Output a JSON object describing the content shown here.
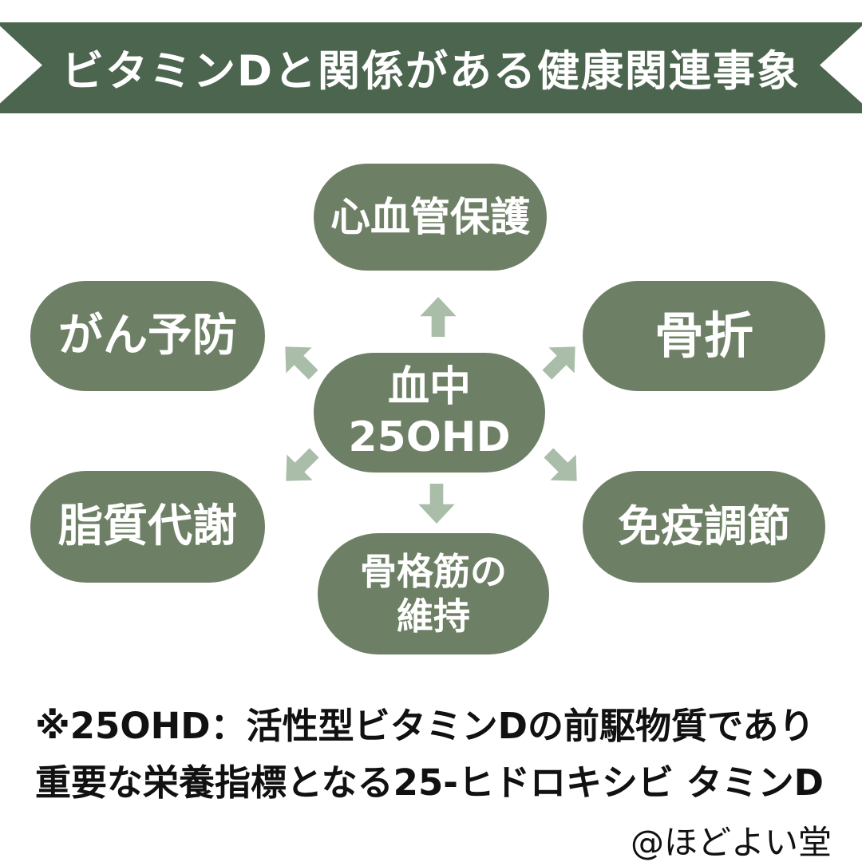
{
  "banner": {
    "title": "ビタミンDと関係がある健康関連事象"
  },
  "diagram": {
    "center": {
      "line1": "血中",
      "line2": "25OHD"
    },
    "nodes": {
      "top": {
        "label": "心血管保護"
      },
      "upper_left": {
        "label": "がん予防"
      },
      "upper_right": {
        "label": "骨折"
      },
      "lower_left": {
        "label": "脂質代謝"
      },
      "lower_right": {
        "label": "免疫調節"
      },
      "bottom": {
        "line1": "骨格筋の",
        "line2": "維持"
      }
    },
    "arrows": [
      "up",
      "upper-left",
      "upper-right",
      "lower-left",
      "lower-right",
      "down"
    ]
  },
  "footnote": {
    "line1": "※25OHD：活性型ビタミンDの前駆物質であり",
    "line2": "重要な栄養指標となる25-ヒドロキシビ タミンD"
  },
  "credit": "@ほどよい堂",
  "colors": {
    "banner_green": "#4c654e",
    "node_green": "#6d7f64",
    "arrow_green": "#a9bda9",
    "node_text": "#ffffff",
    "body_text": "#111111",
    "background": "#ffffff"
  }
}
